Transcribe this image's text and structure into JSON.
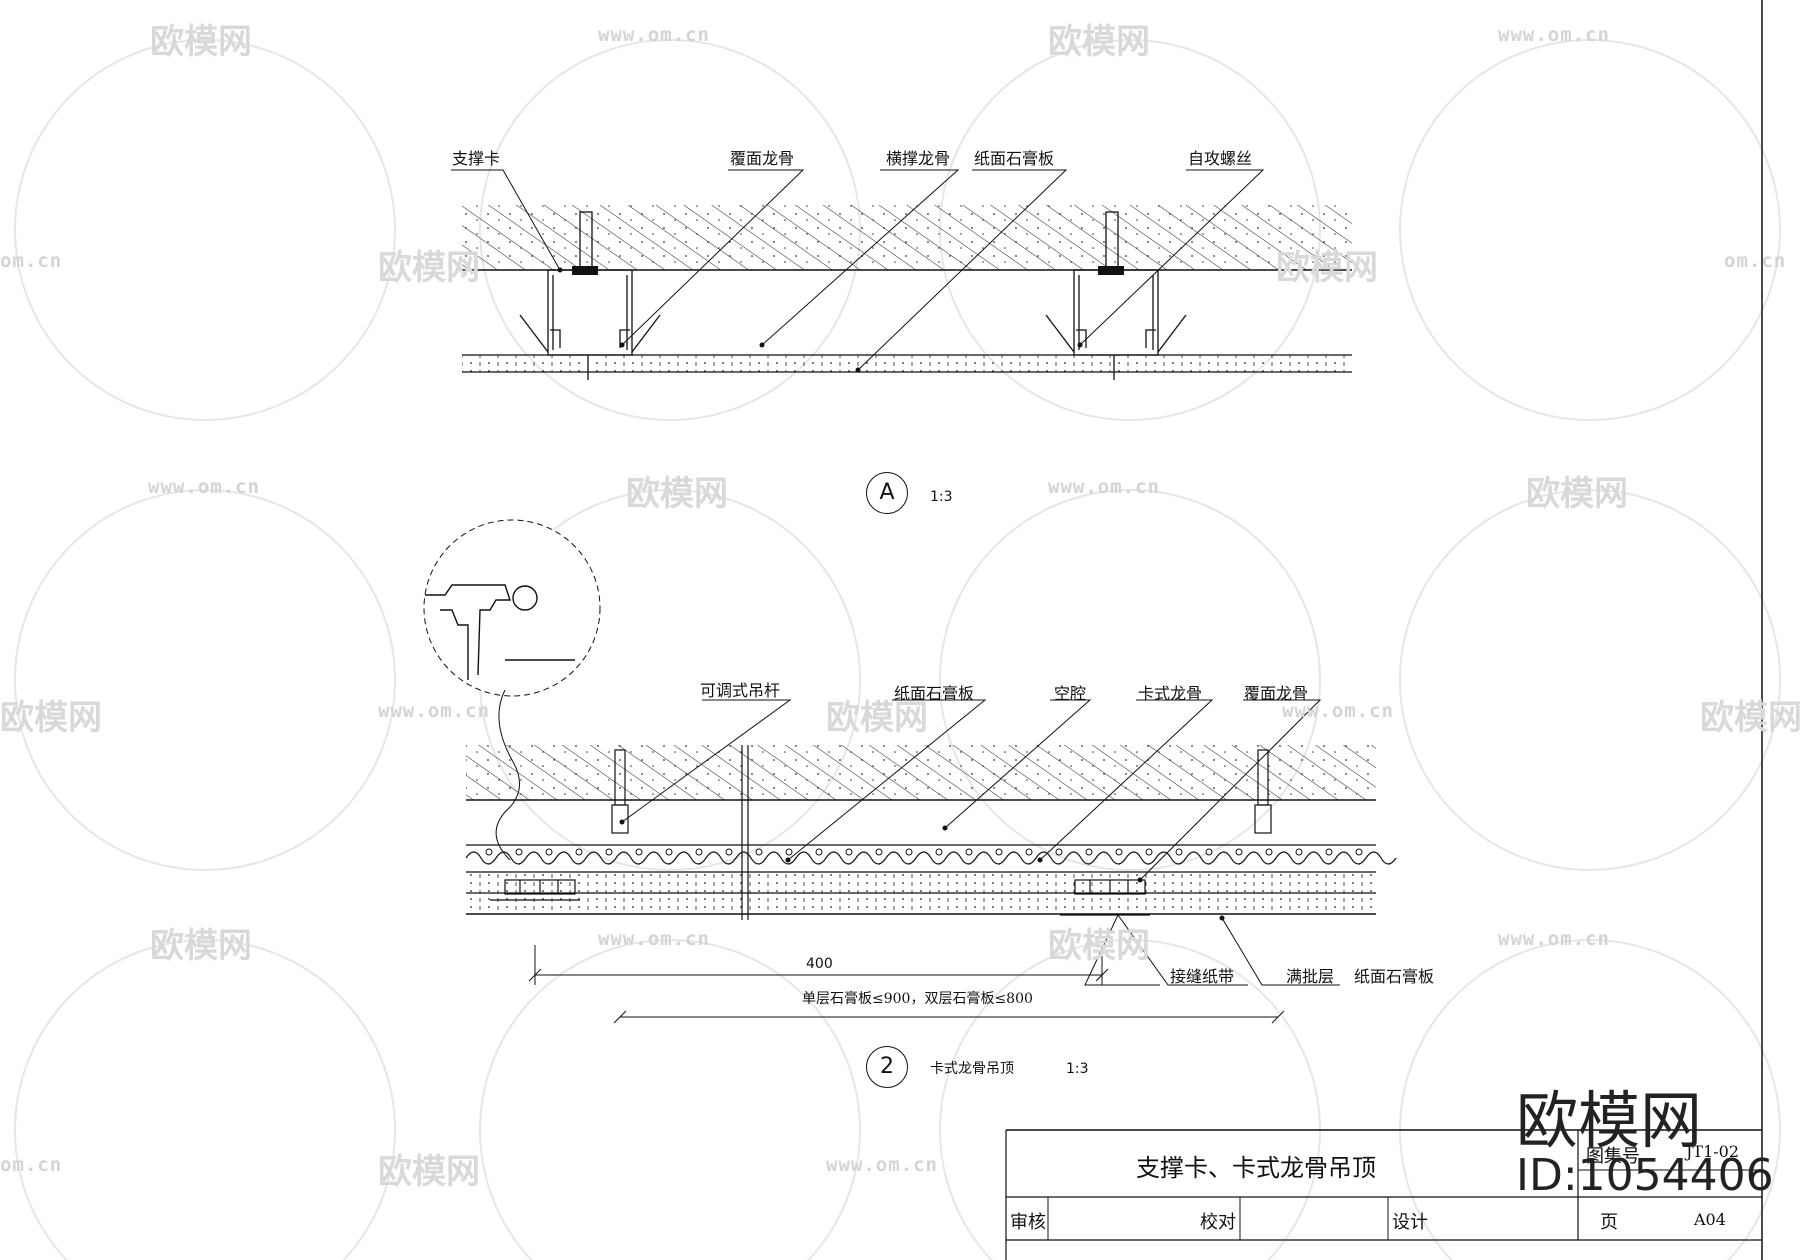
{
  "watermark": {
    "brand": "欧模网",
    "url": "www.om.cn",
    "url_short": "om.cn",
    "fragment": "欧模网"
  },
  "detail_a": {
    "labels": {
      "support_clip": "支撑卡",
      "cover_keel": "覆面龙骨",
      "cross_keel": "横撑龙骨",
      "gypsum_board": "纸面石膏板",
      "self_tap_screw": "自攻螺丝"
    },
    "callout": "A",
    "scale": "1:3"
  },
  "detail_2": {
    "labels": {
      "adjustable_hanger": "可调式吊杆",
      "gypsum_board_top": "纸面石膏板",
      "cavity": "空腔",
      "clip_keel": "卡式龙骨",
      "cover_keel": "覆面龙骨",
      "joint_tape": "接缝纸带",
      "putty_layer": "满批层",
      "gypsum_board_bottom": "纸面石膏板"
    },
    "dim_400": "400",
    "dim_note": "单层石膏板≤900，双层石膏板≤800",
    "callout": "2",
    "title": "卡式龙骨吊顶",
    "scale": "1:3"
  },
  "title_block": {
    "title": "支撑卡、卡式龙骨吊顶",
    "atlas_label": "图集号",
    "atlas_no": "JT1-02",
    "review": "审核",
    "check": "校对",
    "design": "设计",
    "page_label": "页",
    "page_no": "A04"
  },
  "brand_overlay": {
    "name": "欧模网",
    "id": "ID:1054406"
  }
}
